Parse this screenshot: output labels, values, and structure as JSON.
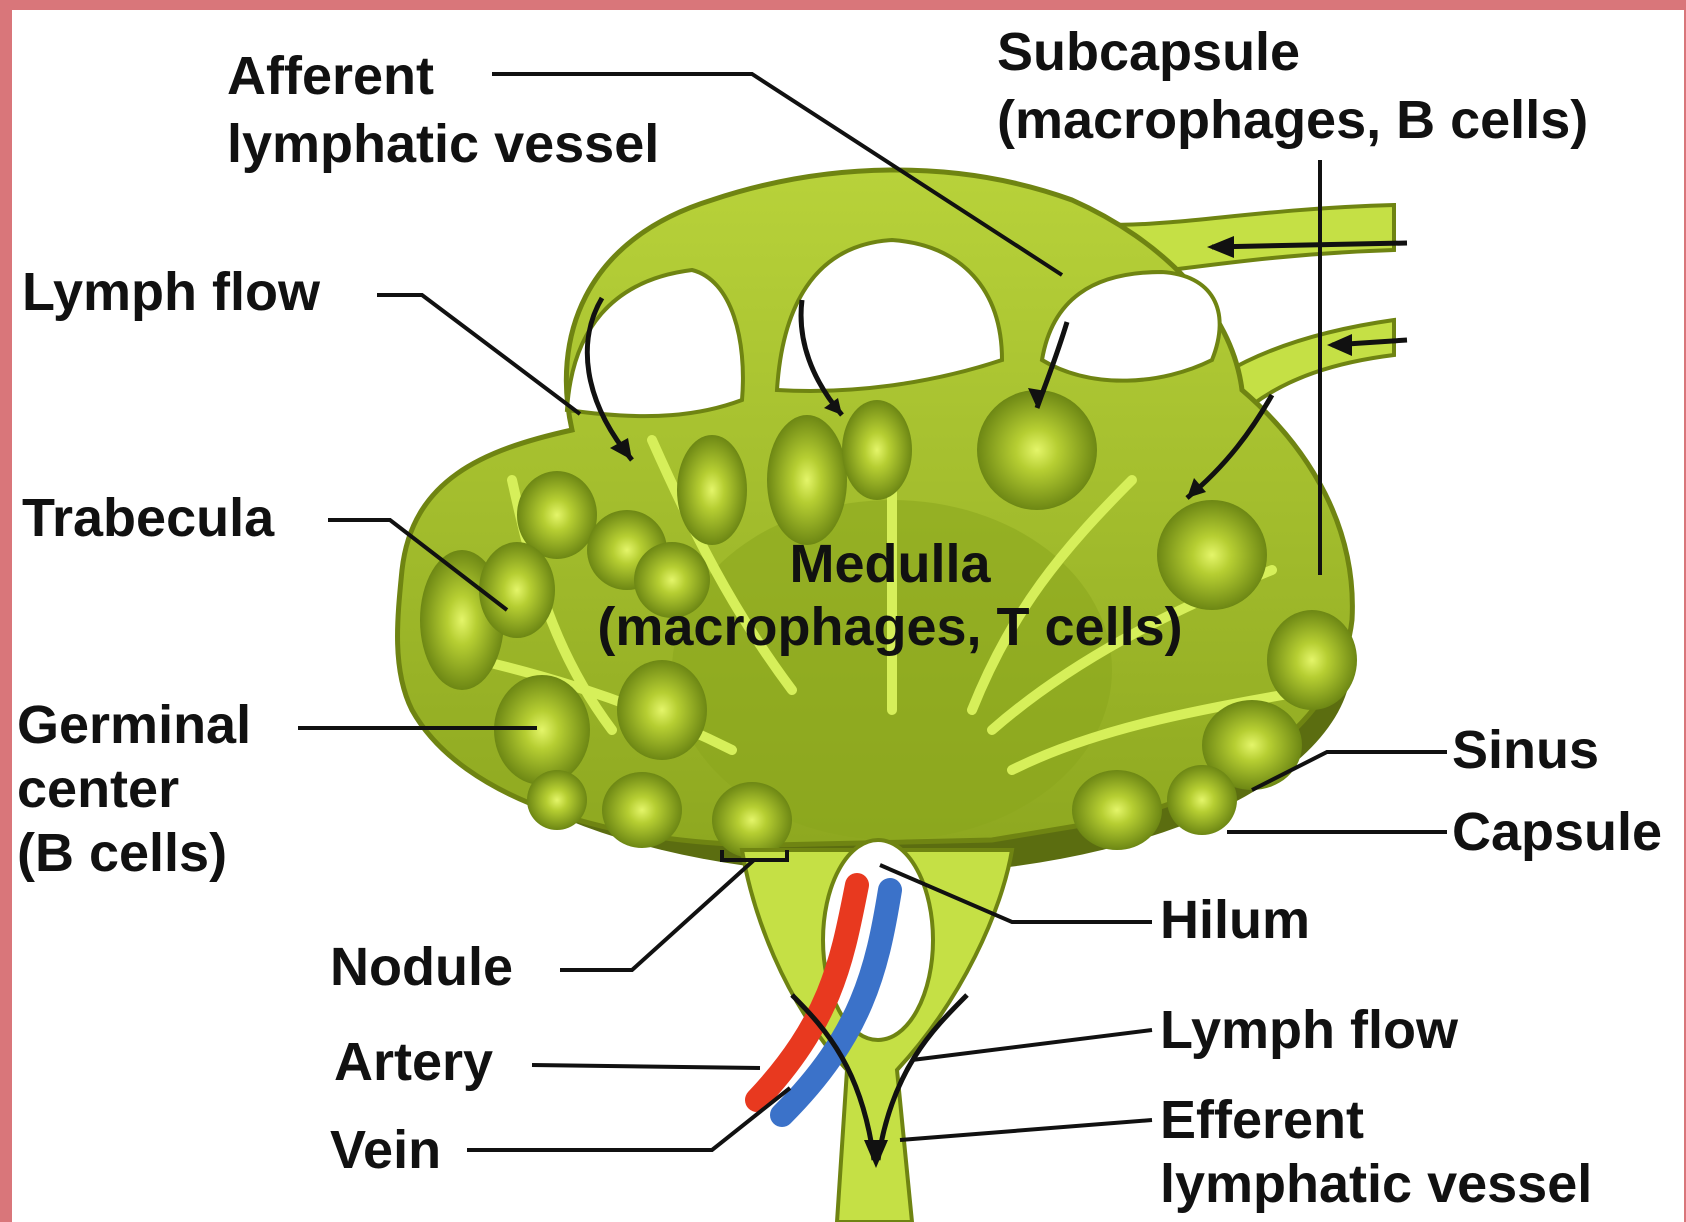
{
  "labels": {
    "afferent_line1": "Afferent",
    "afferent_line2": "lymphatic vessel",
    "subcapsule_line1": "Subcapsule",
    "subcapsule_line2": "(macrophages, B cells)",
    "lymph_flow_top": "Lymph flow",
    "trabecula": "Trabecula",
    "medulla_line1": "Medulla",
    "medulla_line2": "(macrophages, T cells)",
    "germinal_line1": "Germinal",
    "germinal_line2": "center",
    "germinal_line3": "(B cells)",
    "sinus": "Sinus",
    "capsule": "Capsule",
    "nodule": "Nodule",
    "hilum": "Hilum",
    "artery": "Artery",
    "lymph_flow_bottom": "Lymph flow",
    "vein": "Vein",
    "efferent_line1": "Efferent",
    "efferent_line2": "lymphatic vessel"
  },
  "colors": {
    "tissue_light": "#d6f05a",
    "tissue_main": "#a6c22a",
    "tissue_dark": "#7f9818",
    "outline": "#6f8412",
    "artery": "#e8391f",
    "vein": "#3b72c9",
    "border": "#d9767a"
  }
}
